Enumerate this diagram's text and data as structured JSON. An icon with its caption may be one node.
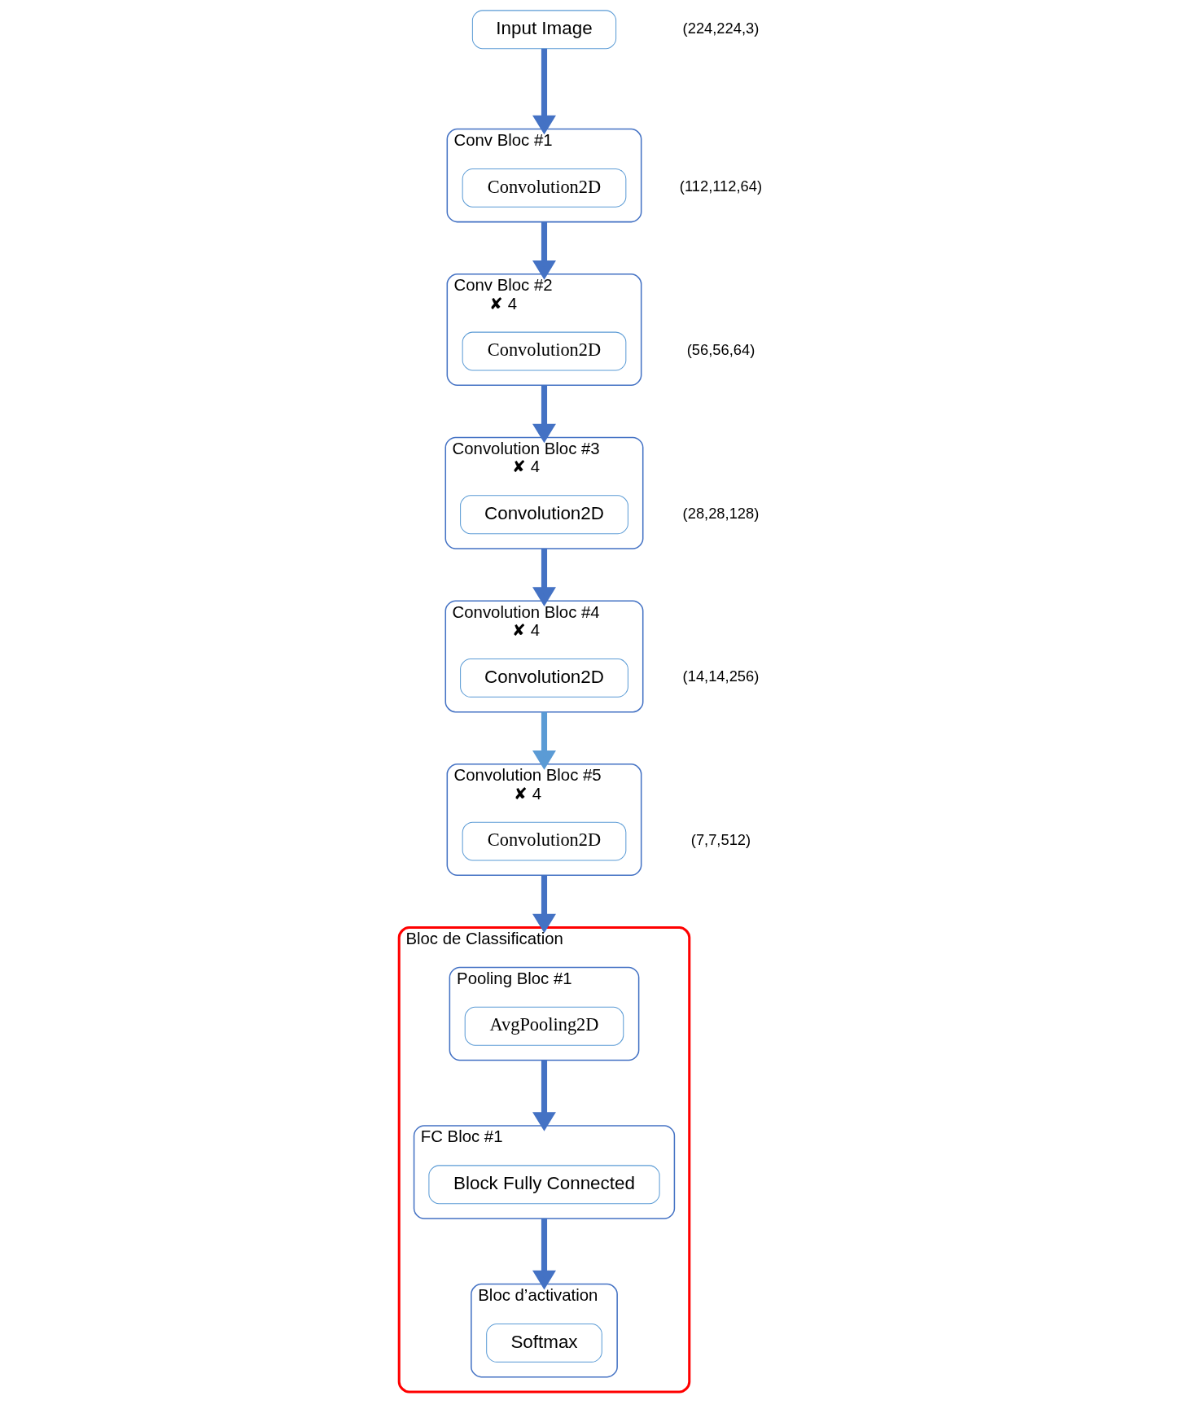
{
  "diagram": {
    "nodes": [
      {
        "text": [
          "Input Image"
        ]
      },
      {
        "text": [
          "Conv Bloc #1"
        ]
      },
      {
        "text": [
          "Convolution2D"
        ],
        "in": 1
      },
      {
        "text": [
          "Conv Bloc #2",
          "✘ 4"
        ]
      },
      {
        "text": [
          "Convolution2D"
        ],
        "in": 3
      },
      {
        "text": [
          "Convolution Bloc #3",
          "✘ 4"
        ]
      },
      {
        "text": [
          "Convolution2D"
        ],
        "in": 5
      },
      {
        "text": [
          "Convolution Bloc #4",
          "✘ 4"
        ]
      },
      {
        "text": [
          "Convolution2D"
        ],
        "in": 7
      },
      {
        "text": [
          "Convolution Bloc #5",
          "✘ 4"
        ]
      },
      {
        "text": [
          "Convolution2D"
        ],
        "in": 9
      },
      {
        "text": [
          "Bloc de Classification"
        ]
      },
      {
        "text": [
          "Pooling Bloc #1"
        ],
        "in": 11
      },
      {
        "text": [
          "AvgPooling2D"
        ],
        "in": 12
      },
      {
        "text": [
          "FC Bloc #1"
        ],
        "in": 11
      },
      {
        "text": [
          "Block Fully Connected"
        ],
        "in": 14
      },
      {
        "text": [
          "Bloc d’activation"
        ],
        "in": 11
      },
      {
        "text": [
          "Softmax"
        ],
        "in": 16
      }
    ],
    "edges": [
      {
        "from": 0,
        "to": 1,
        "arrow": "to"
      },
      {
        "from": 1,
        "to": 3,
        "arrow": "to"
      },
      {
        "from": 3,
        "to": 5,
        "arrow": "to"
      },
      {
        "from": 5,
        "to": 7,
        "arrow": "to"
      },
      {
        "from": 7,
        "to": 9,
        "arrow": "to",
        "color": "#5b9bd5"
      },
      {
        "from": 9,
        "to": 11,
        "arrow": "to"
      },
      {
        "from": 12,
        "to": 14,
        "arrow": "to"
      },
      {
        "from": 14,
        "to": 16,
        "arrow": "to"
      }
    ],
    "labels": [
      "(224,224,3)",
      "(112,112,64)",
      "(56,56,64)",
      "(28,28,128)",
      "(14,14,256)",
      "(7,7,512)"
    ]
  }
}
